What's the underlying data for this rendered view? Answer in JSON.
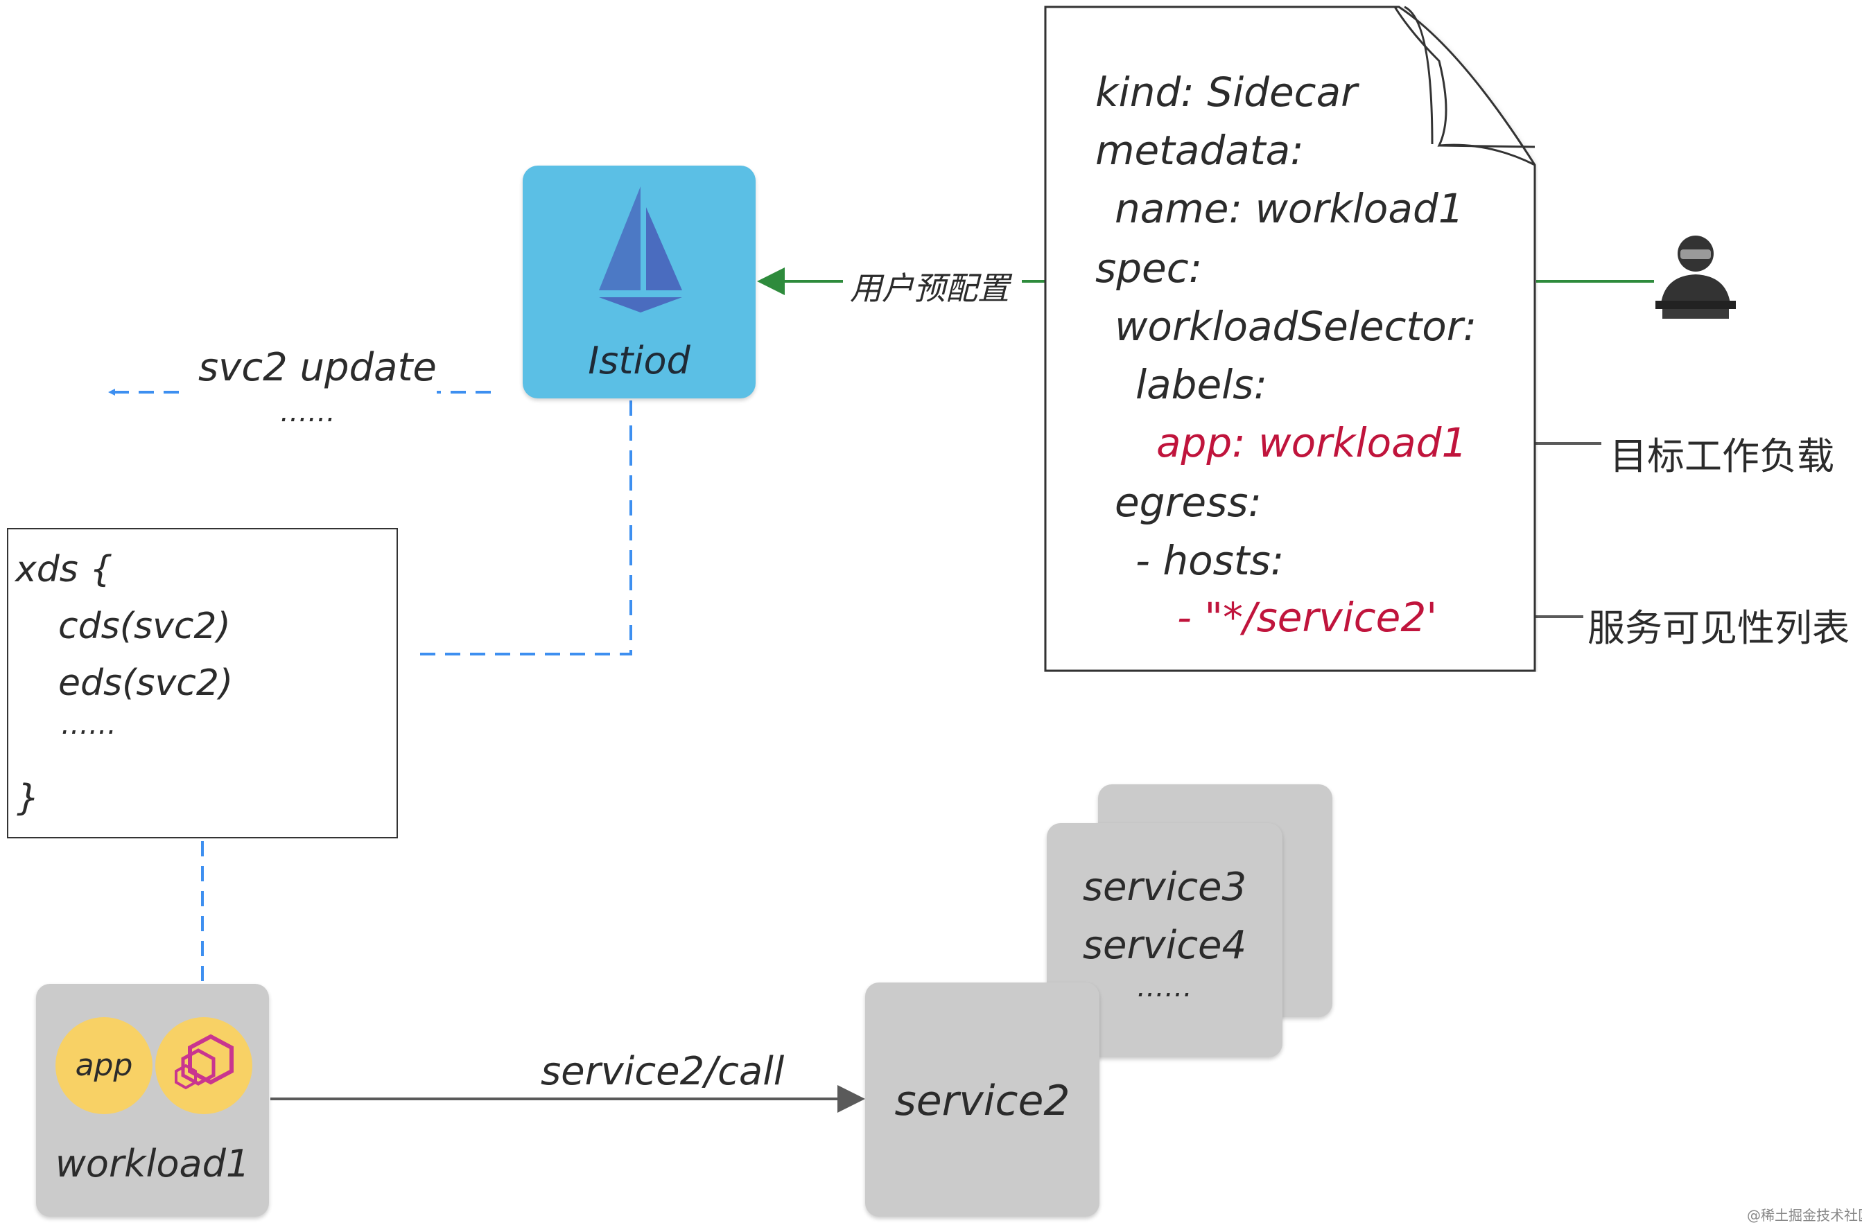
{
  "istiod": {
    "label": "Istiod"
  },
  "broadcast": {
    "label": "svc2 update",
    "ellipsis": "……"
  },
  "xds": {
    "lines": [
      "xds {",
      "cds(svc2)",
      "eds(svc2)",
      "……",
      "}"
    ]
  },
  "workload": {
    "name": "workload1",
    "app_label": "app"
  },
  "call": {
    "label": "service2/call"
  },
  "services": {
    "primary": "service2",
    "others": [
      "service3",
      "service4",
      "……"
    ]
  },
  "sidecar_doc": {
    "lines": [
      "kind: Sidecar",
      "metadata:",
      "name: workload1",
      "spec:",
      "workloadSelector:",
      "labels:",
      "app: workload1",
      "egress:",
      "- hosts:",
      "- \"*/service2'"
    ]
  },
  "annotations": {
    "user_preconfig": "用户预配置",
    "target_workload": "目标工作负载",
    "visibility_list": "服务可见性列表"
  },
  "watermark": "@稀土掘金技术社区",
  "colors": {
    "istiod": "#5bbfe5",
    "card": "#cbcbcb",
    "badge": "#f8d165",
    "envoy": "#c9358f",
    "dashed_arrow": "#3d8ff0",
    "config_line": "#2e8b3c",
    "highlight": "#c0143c"
  },
  "icons": [
    "istio-sail-icon",
    "envoy-icon",
    "user-laptop-icon"
  ]
}
